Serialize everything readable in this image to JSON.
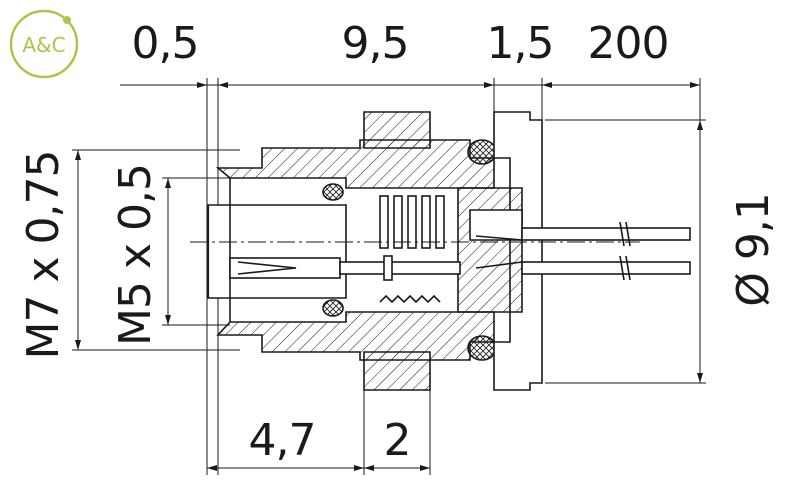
{
  "logo": {
    "text": "A&C",
    "color": "#a8c84a"
  },
  "dimensions": {
    "top": [
      "0,5",
      "9,5",
      "1,5",
      "200"
    ],
    "left": [
      "M7 x 0,75",
      "M5 x 0,5"
    ],
    "right": "Ø 9,1",
    "bottom": [
      "4,7",
      "2"
    ]
  },
  "colors": {
    "line": "#1a1a1a",
    "background": "#ffffff"
  }
}
